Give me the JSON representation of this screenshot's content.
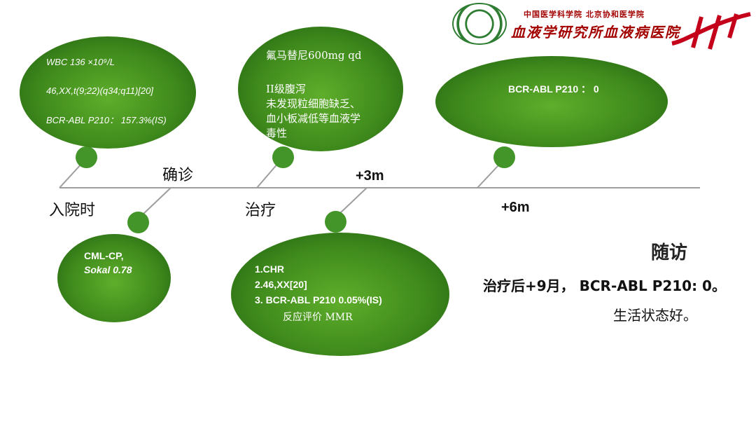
{
  "header": {
    "institution_line1": "中国医学科学院 北京协和医学院",
    "institution_line2": "血液学研究所血液病医院"
  },
  "timeline": {
    "labels": {
      "admission": "入院时",
      "diagnosis": "确诊",
      "treatment": "治疗",
      "plus3m": "+3m",
      "plus6m": "+6m"
    }
  },
  "bubbles": {
    "admission": {
      "wbc": "WBC 136 ×10⁹/L",
      "karyotype": "46,XX,t(9;22)(q34;q11)[20]",
      "bcr": "BCR-ABL P210： 157.3%(IS)"
    },
    "diagnosis": {
      "line1": "CML-CP,",
      "line2": "Sokal 0.78"
    },
    "treatment": {
      "drug": "氟马替尼600mg qd",
      "line1": "II级腹泻",
      "line2": "未发现粒细胞缺乏、",
      "line3": "血小板减低等血液学",
      "line4": "毒性"
    },
    "month3": {
      "line1": "1.CHR",
      "line2": "2.46,XX[20]",
      "line3": "3. BCR-ABL P210  0.05%(IS)",
      "line4": "反应评价 MMR"
    },
    "month6": {
      "line1": "BCR-ABL P210 ： 0"
    }
  },
  "followup": {
    "title": "随访",
    "line1": "治疗后+9月， BCR-ABL P210: 0。",
    "line2": "生活状态好。"
  },
  "colors": {
    "bubble_green": "#3f8a1c",
    "dot_green": "#43952a",
    "axis_gray": "#9e9e9e",
    "logo_red": "#a30000"
  }
}
